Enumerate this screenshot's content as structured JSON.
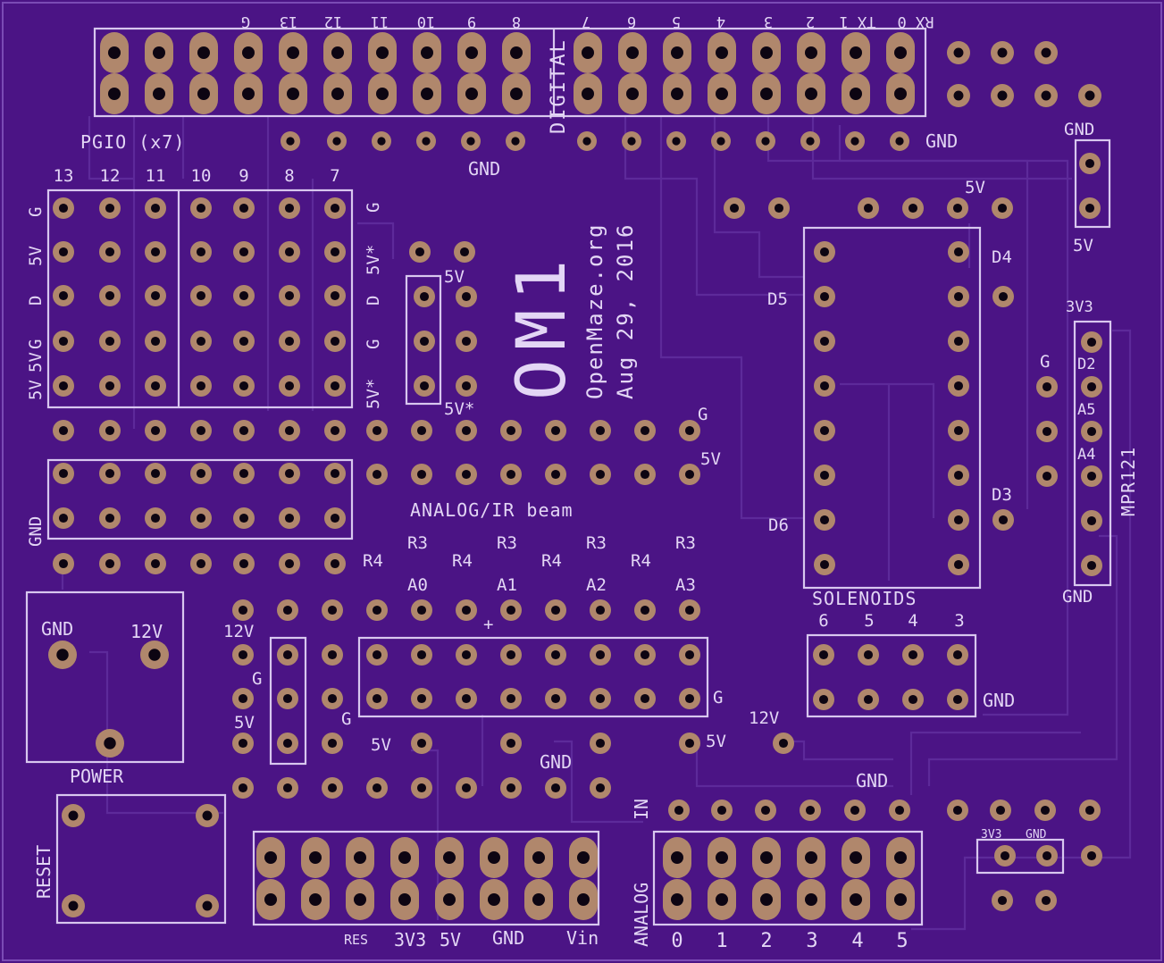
{
  "board": {
    "bg": "#4b1485",
    "silk": "#d8c7ef",
    "trace": "#5d2a9a",
    "pad": "#b0876c"
  },
  "labels": {
    "title": "OM1",
    "org": "OpenMaze.org",
    "date": "Aug 29, 2016",
    "digital": "DIGITAL",
    "pin_g": "G",
    "pin_13": "13",
    "pin_12": "12",
    "pin_11": "11",
    "pin_10": "10",
    "pin_9": "9",
    "pin_8": "8",
    "pin_7": "7",
    "pin_6": "6",
    "pin_5": "5",
    "pin_4": "4",
    "pin_3": "3",
    "pin_2": "2",
    "pin_1tx": "TX 1",
    "pin_0rx": "RX 0",
    "pgio": "PGIO (x7)",
    "gnd": "GND",
    "fivev": "5V",
    "fivev_star": "5V*",
    "threev3": "3V3",
    "twelvev": "12V",
    "d": "D",
    "r3": "R3",
    "r4": "R4",
    "a0": "A0",
    "a1": "A1",
    "a2": "A2",
    "a3": "A3",
    "a4": "A4",
    "a5": "A5",
    "d2": "D2",
    "d3": "D3",
    "d4": "D4",
    "d5": "D5",
    "d6": "D6",
    "plus": "+",
    "analog_ir": "ANALOG/IR beam",
    "solenoids": "SOLENOIDS",
    "sol6": "6",
    "sol5": "5",
    "sol4": "4",
    "sol3": "3",
    "mpr": "MPR121",
    "power": "POWER",
    "reset": "RESET",
    "in": "IN",
    "analog": "ANALOG",
    "res": "RES",
    "vin": "Vin",
    "an0": "0",
    "an1": "1",
    "an2": "2",
    "an3": "3",
    "an4": "4",
    "an5": "5"
  }
}
